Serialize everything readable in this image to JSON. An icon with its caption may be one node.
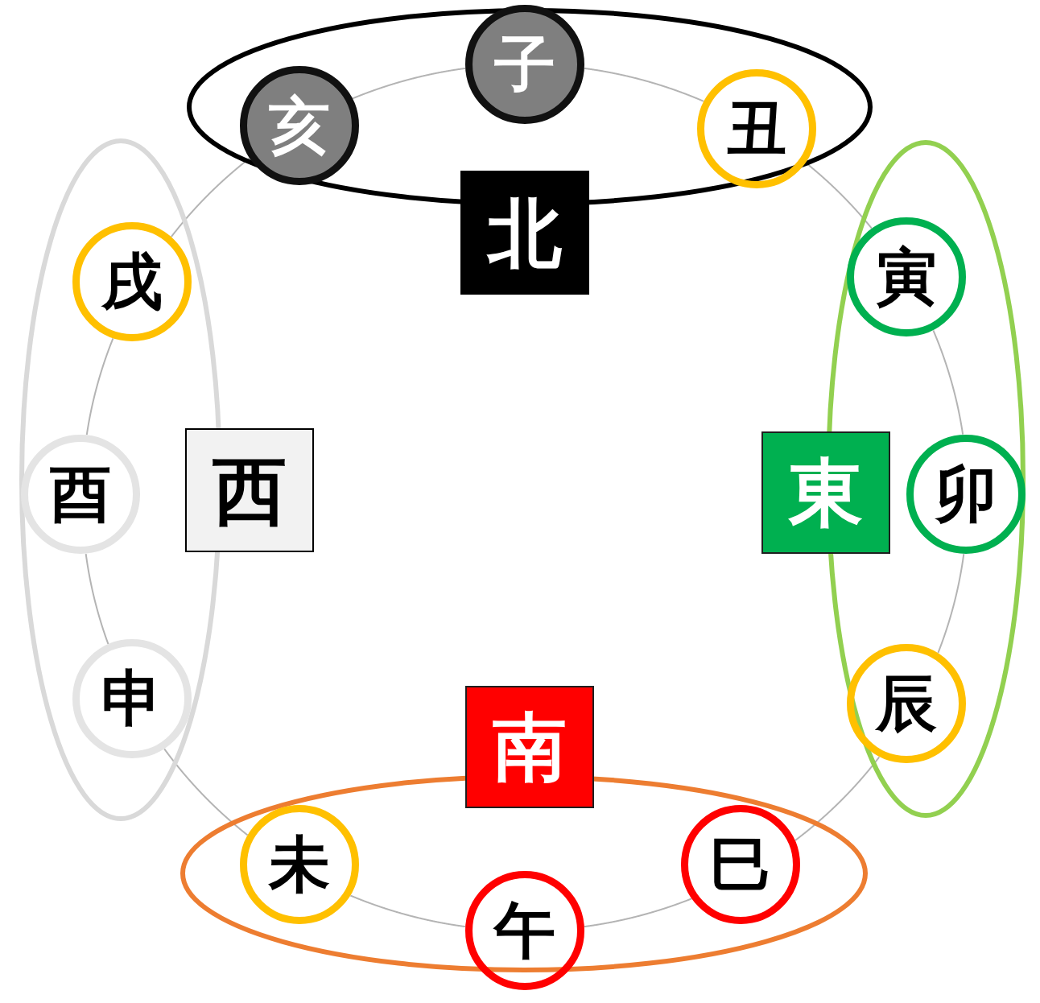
{
  "diagram": {
    "nodes": [
      {
        "text": [
          "亥"
        ]
      },
      {
        "text": [
          "子"
        ]
      },
      {
        "text": [
          "丑"
        ]
      },
      {
        "text": [
          "北"
        ]
      },
      {
        "text": [
          "戌"
        ]
      },
      {
        "text": [
          "酉"
        ]
      },
      {
        "text": [
          "申"
        ]
      },
      {
        "text": [
          "西"
        ]
      },
      {
        "text": [
          "寅"
        ]
      },
      {
        "text": [
          "卯"
        ]
      },
      {
        "text": [
          "辰"
        ]
      },
      {
        "text": [
          "東"
        ]
      },
      {
        "text": [
          "未"
        ]
      },
      {
        "text": [
          "午"
        ]
      },
      {
        "text": [
          "巳"
        ]
      },
      {
        "text": [
          "南"
        ]
      }
    ],
    "edges": [
      {
        "from": 1,
        "to": 2,
        "arrow": "none"
      },
      {
        "from": 2,
        "to": 8,
        "arrow": "none"
      },
      {
        "from": 8,
        "to": 9,
        "arrow": "none"
      },
      {
        "from": 9,
        "to": 10,
        "arrow": "none"
      },
      {
        "from": 10,
        "to": 14,
        "arrow": "none"
      },
      {
        "from": 14,
        "to": 13,
        "arrow": "none"
      },
      {
        "from": 13,
        "to": 12,
        "arrow": "none"
      },
      {
        "from": 12,
        "to": 6,
        "arrow": "none"
      },
      {
        "from": 6,
        "to": 5,
        "arrow": "none"
      },
      {
        "from": 5,
        "to": 4,
        "arrow": "none"
      },
      {
        "from": 4,
        "to": 0,
        "arrow": "none"
      },
      {
        "from": 0,
        "to": 1,
        "arrow": "none"
      }
    ]
  }
}
